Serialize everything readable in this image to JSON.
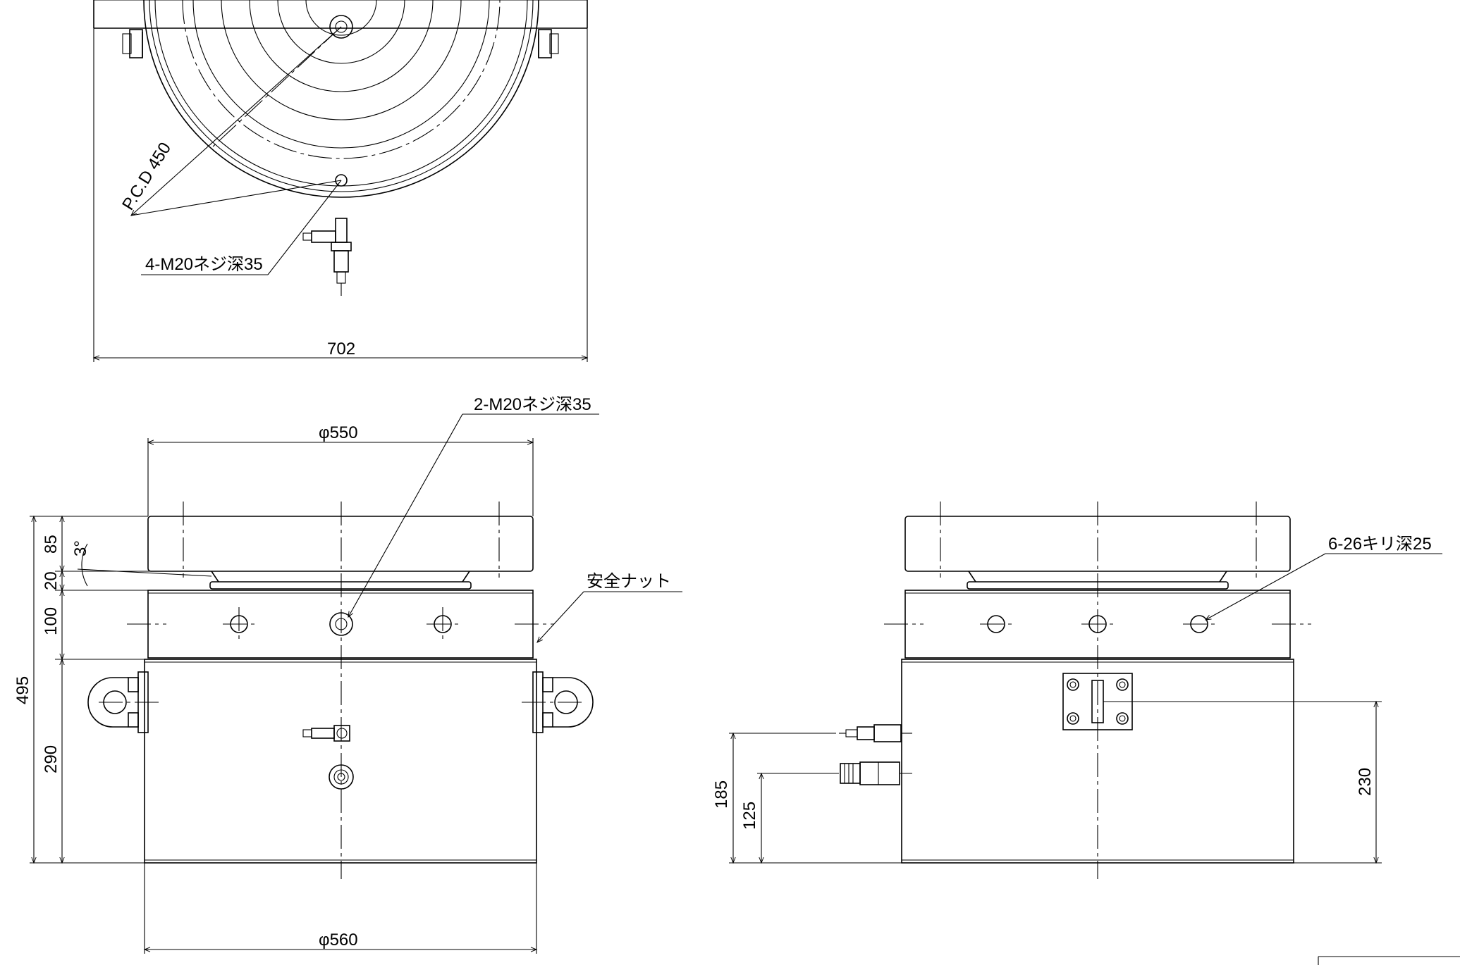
{
  "drawing": {
    "top_view": {
      "pcd_label": "P.C.D 450",
      "thread_label": "4-M20ネジ深35",
      "width_label": "702"
    },
    "front_view": {
      "top_thread_label": "2-M20ネジ深35",
      "top_dia_label": "φ550",
      "bottom_dia_label": "φ560",
      "nut_label": "安全ナット",
      "total_height_label": "495",
      "dim_85": "85",
      "dim_angle": "3°",
      "dim_20": "20",
      "dim_100": "100",
      "dim_290": "290"
    },
    "side_view": {
      "hole_label": "6-26キリ深25",
      "dim_185": "185",
      "dim_125": "125",
      "dim_230": "230"
    }
  }
}
